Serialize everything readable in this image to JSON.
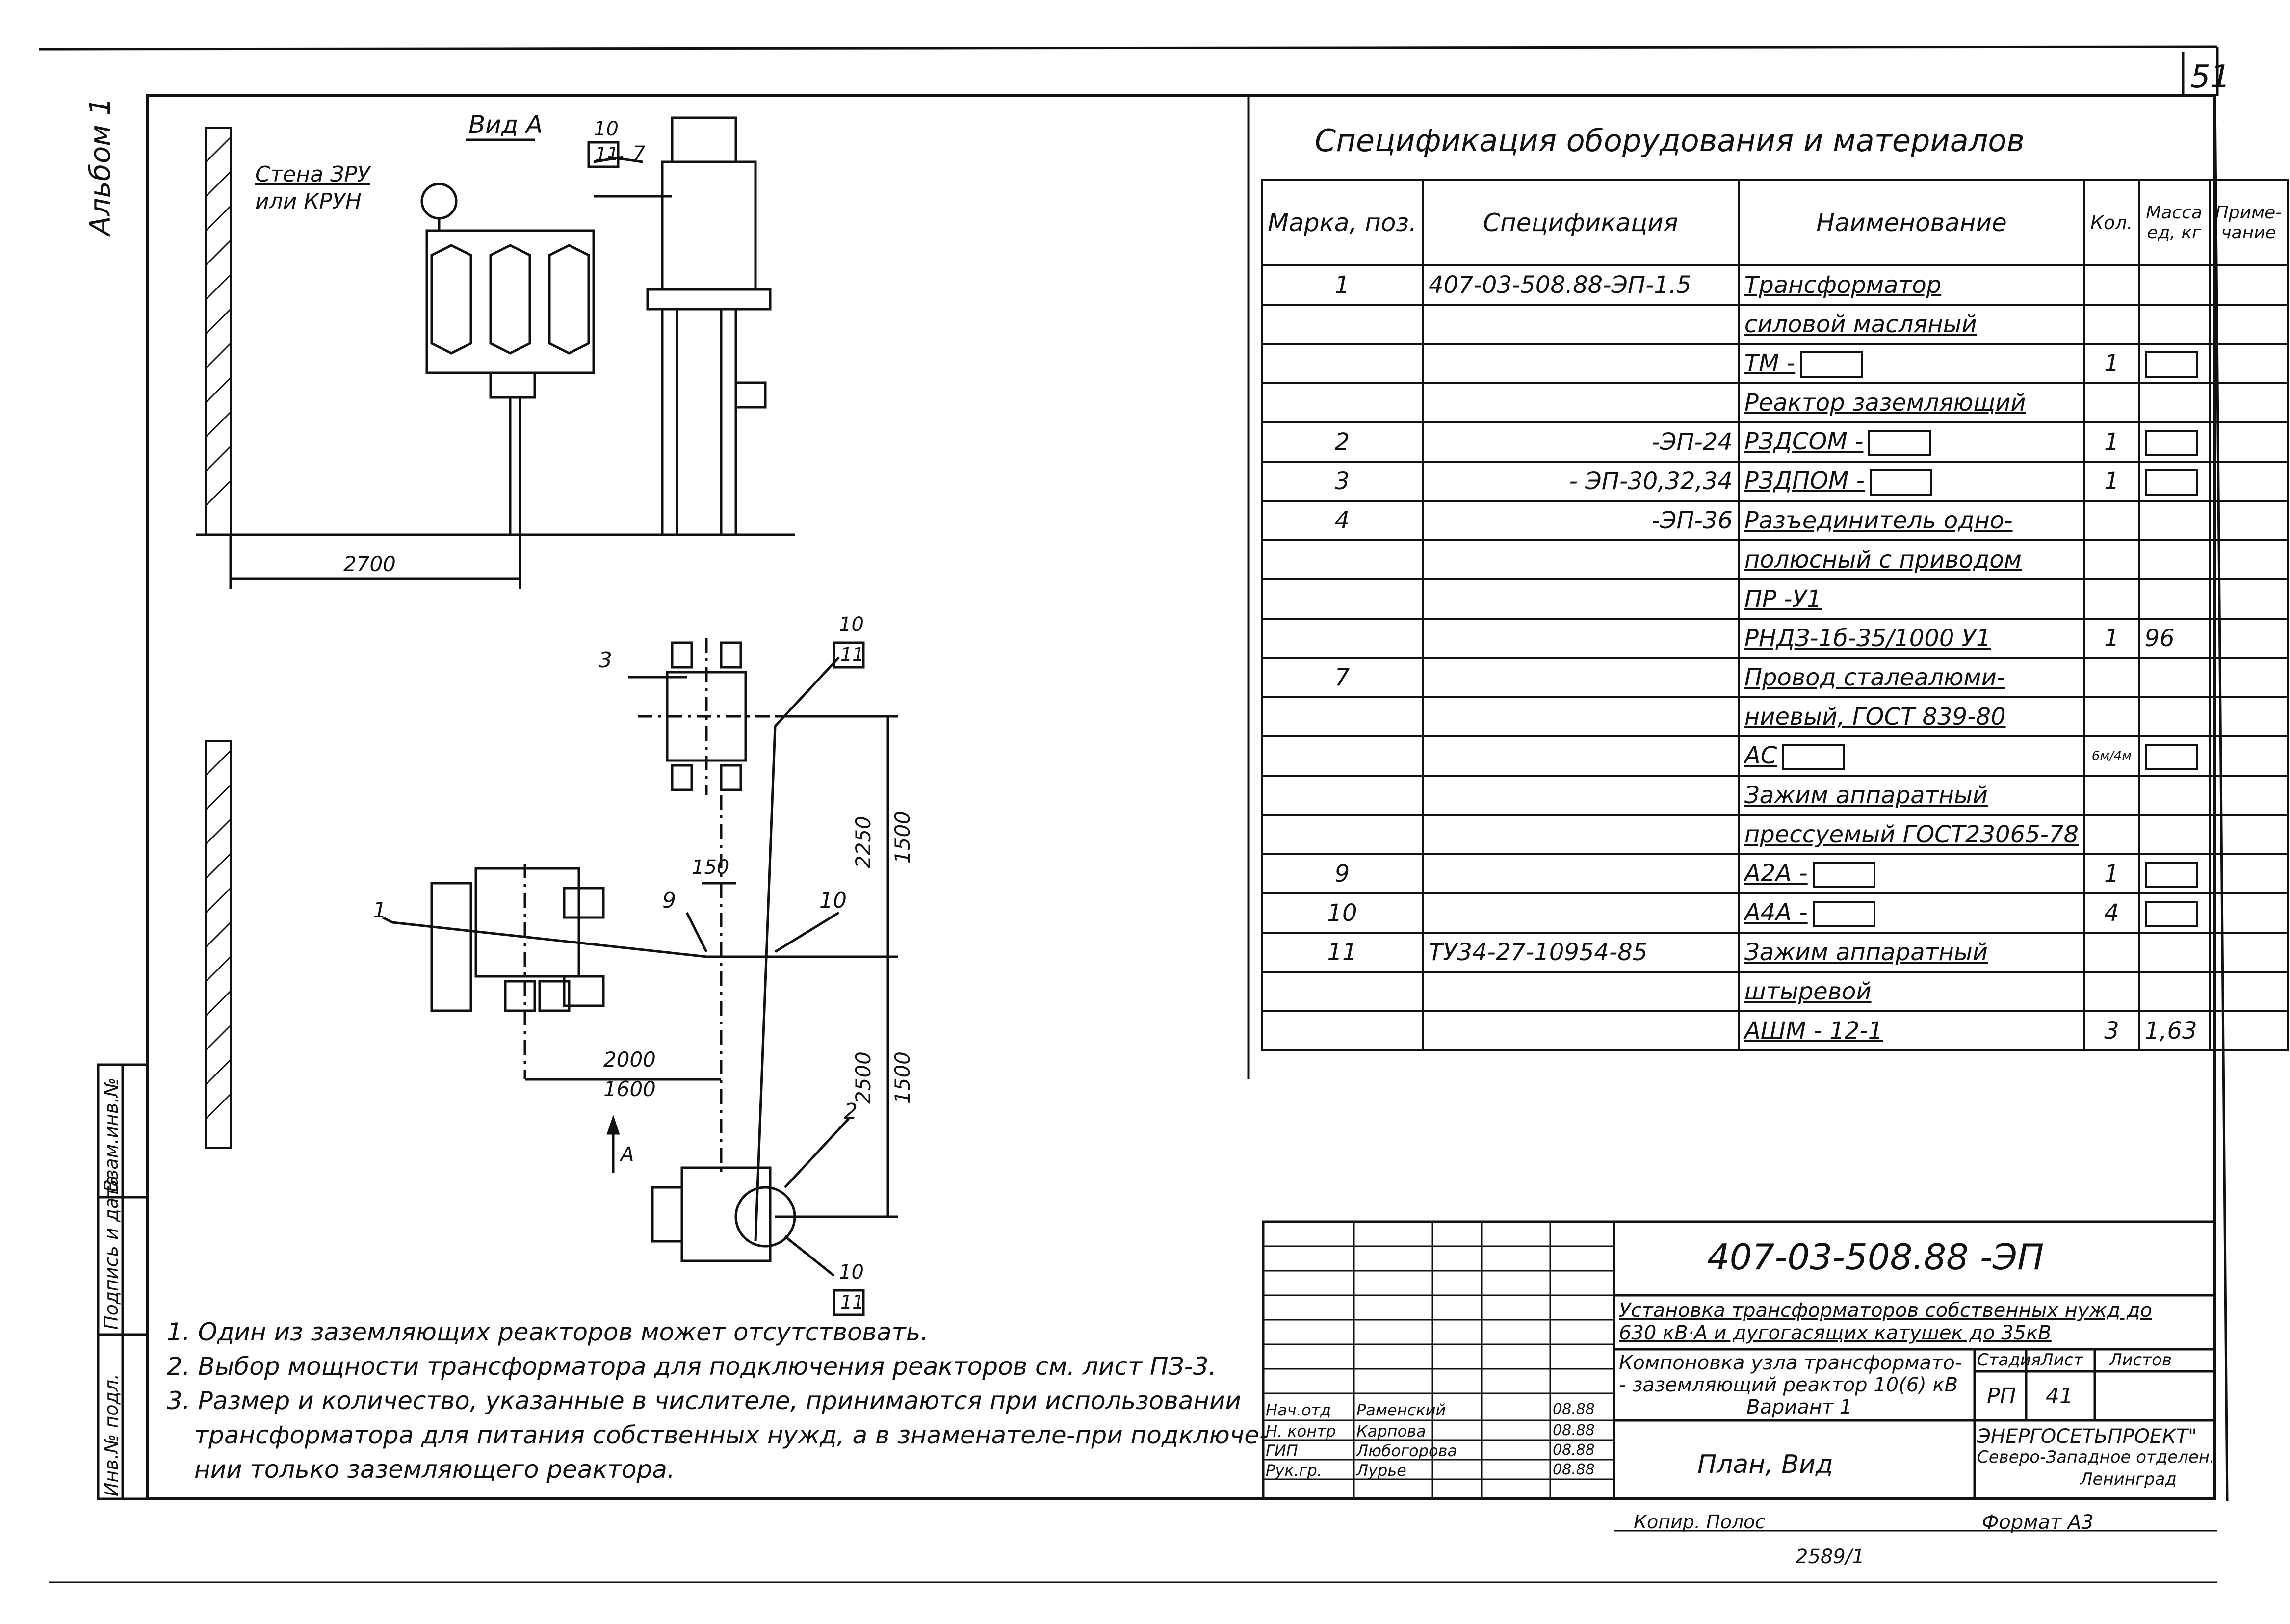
{
  "sheet_number": "51",
  "album_label": "Альбом 1",
  "side_stamp": [
    "Инв.№ подл.",
    "Подпись и дата",
    "Взам.инв.№"
  ],
  "view_label": "Вид А",
  "wall_label": [
    "Стена ЗРУ",
    "или КРУН"
  ],
  "dims": {
    "d2700": "2700",
    "d2250": "2250",
    "d1500a": "1500",
    "d150": "150",
    "d2000": "2000",
    "d1600": "1600",
    "d2500": "2500",
    "d1500b": "1500"
  },
  "callouts": {
    "c1": "1",
    "c2": "2",
    "c3": "3",
    "c7": "7",
    "c9": "9",
    "c10a": "10",
    "c11a": "11",
    "c10b": "10",
    "c11b": "11",
    "c10c": "10",
    "c10d": "10",
    "c11d": "11",
    "arrow_a": "А"
  },
  "spec": {
    "title": "Спецификация оборудования и материалов",
    "headers": [
      "Марка, поз.",
      "Спецификация",
      "Наименование",
      "Кол.",
      "Масса ед, кг",
      "Приме- чание"
    ],
    "rows": [
      [
        "1",
        "407-03-508.88-ЭП-1.5",
        "Трансформатор",
        "",
        "",
        ""
      ],
      [
        "",
        "",
        "силовой масляный",
        "",
        "",
        ""
      ],
      [
        "",
        "",
        "ТМ -",
        "1",
        "",
        ""
      ],
      [
        "",
        "",
        "Реактор заземляющий",
        "",
        "",
        ""
      ],
      [
        "2",
        "-ЭП-24",
        "РЗДСОМ -",
        "1",
        "",
        ""
      ],
      [
        "3",
        "- ЭП-30,32,34",
        "РЗДПОМ -",
        "1",
        "",
        ""
      ],
      [
        "4",
        "-ЭП-36",
        "Разъединитель одно-",
        "",
        "",
        ""
      ],
      [
        "",
        "",
        "полюсный с приводом",
        "",
        "",
        ""
      ],
      [
        "",
        "",
        "ПР -У1",
        "",
        "",
        ""
      ],
      [
        "",
        "",
        "РНДЗ-1б-35/1000 У1",
        "1",
        "96",
        ""
      ],
      [
        "7",
        "",
        "Провод сталеалюми-",
        "",
        "",
        ""
      ],
      [
        "",
        "",
        "ниевый, ГОСТ 839-80",
        "",
        "",
        ""
      ],
      [
        "",
        "",
        "АС",
        "6м/4м",
        "",
        ""
      ],
      [
        "",
        "",
        "Зажим аппаратный",
        "",
        "",
        ""
      ],
      [
        "",
        "",
        "прессуемый ГОСТ23065-78",
        "",
        "",
        ""
      ],
      [
        "9",
        "",
        "А2А -",
        "1",
        "",
        ""
      ],
      [
        "10",
        "",
        "А4А -",
        "4",
        "",
        ""
      ],
      [
        "11",
        "ТУ34-27-10954-85",
        "Зажим аппаратный",
        "",
        "",
        ""
      ],
      [
        "",
        "",
        "штыревой",
        "",
        "",
        ""
      ],
      [
        "",
        "",
        "АШМ - 12-1",
        "3",
        "1,63",
        ""
      ]
    ]
  },
  "notes": [
    "1. Один из заземляющих реакторов может отсутствовать.",
    "2. Выбор мощности трансформатора для подключения реакторов см. лист ПЗ-3.",
    "3. Размер и количество, указанные в числителе, принимаются при использовании",
    "трансформатора для питания собственных нужд, а в знаменателе-при подключе-",
    "нии только заземляющего реактора."
  ],
  "title_block": {
    "code": "407-03-508.88 -ЭП",
    "desc1": "Установка трансформаторов собственных нужд до",
    "desc2": "630 кВ·А и дугогасящих катушек до 35кВ",
    "comp1": "Компоновка узла трансформато-",
    "comp2": "- заземляющий реактор 10(6) кВ",
    "comp3": "Вариант 1",
    "sheet_title": "План, Вид",
    "stage_h": "Стадия",
    "sheet_h": "Лист",
    "sheets_h": "Листов",
    "stage": "РП",
    "sheet": "41",
    "org1": "ЭНЕРГОСЕТЬПРОЕКТ\"",
    "org2": "Северо-Западное отделен.",
    "org3": "Ленинград",
    "people": [
      [
        "Нач.отд",
        "Раменский",
        "08.88"
      ],
      [
        "Н. контр",
        "Карпова",
        "08.88"
      ],
      [
        "ГИП",
        "Любогорова",
        "08.88"
      ],
      [
        "Рук.гр.",
        "Лурье",
        "08.88"
      ]
    ]
  },
  "footer": {
    "copied": "Копир. Полос",
    "format": "Формат А3",
    "num": "2589/1"
  }
}
